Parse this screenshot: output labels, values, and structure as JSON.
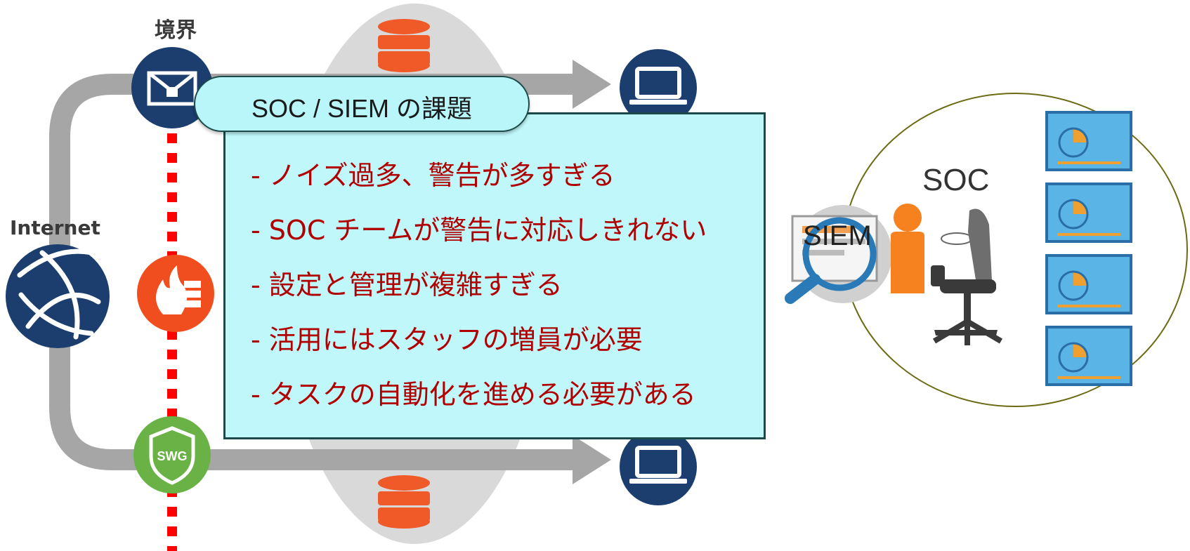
{
  "labels": {
    "border": "境界",
    "internet": "Internet",
    "soc": "SOC",
    "siem": "SIEM"
  },
  "challenges": {
    "title": "SOC / SIEM の課題",
    "items": [
      "- ノイズ過多、警告が多すぎる",
      "- SOC チームが警告に対応しきれない",
      "- 設定と管理が複雑すぎる",
      "- 活用にはスタッフの増員が必要",
      "- タスクの自動化を進める必要がある"
    ]
  },
  "icons": [
    "globe-icon",
    "email-gateway-icon",
    "firewall-icon",
    "swg-icon",
    "database-icon",
    "laptop-icon",
    "magnifier-icon",
    "person-icon",
    "office-chair-icon",
    "dashboard-icon"
  ],
  "icon_text": {
    "swg": "SWG"
  },
  "colors": {
    "navy": "#1b3e6e",
    "firewall": "#f04e1f",
    "swg": "#6ab245",
    "database": "#f05a28",
    "challenge_bg": "#bff7fb",
    "challenge_text": "#b00000",
    "boundary_line": "#ff0000",
    "arrow": "#a6a6a6",
    "soc_ellipse_stroke": "#6b6b14"
  }
}
